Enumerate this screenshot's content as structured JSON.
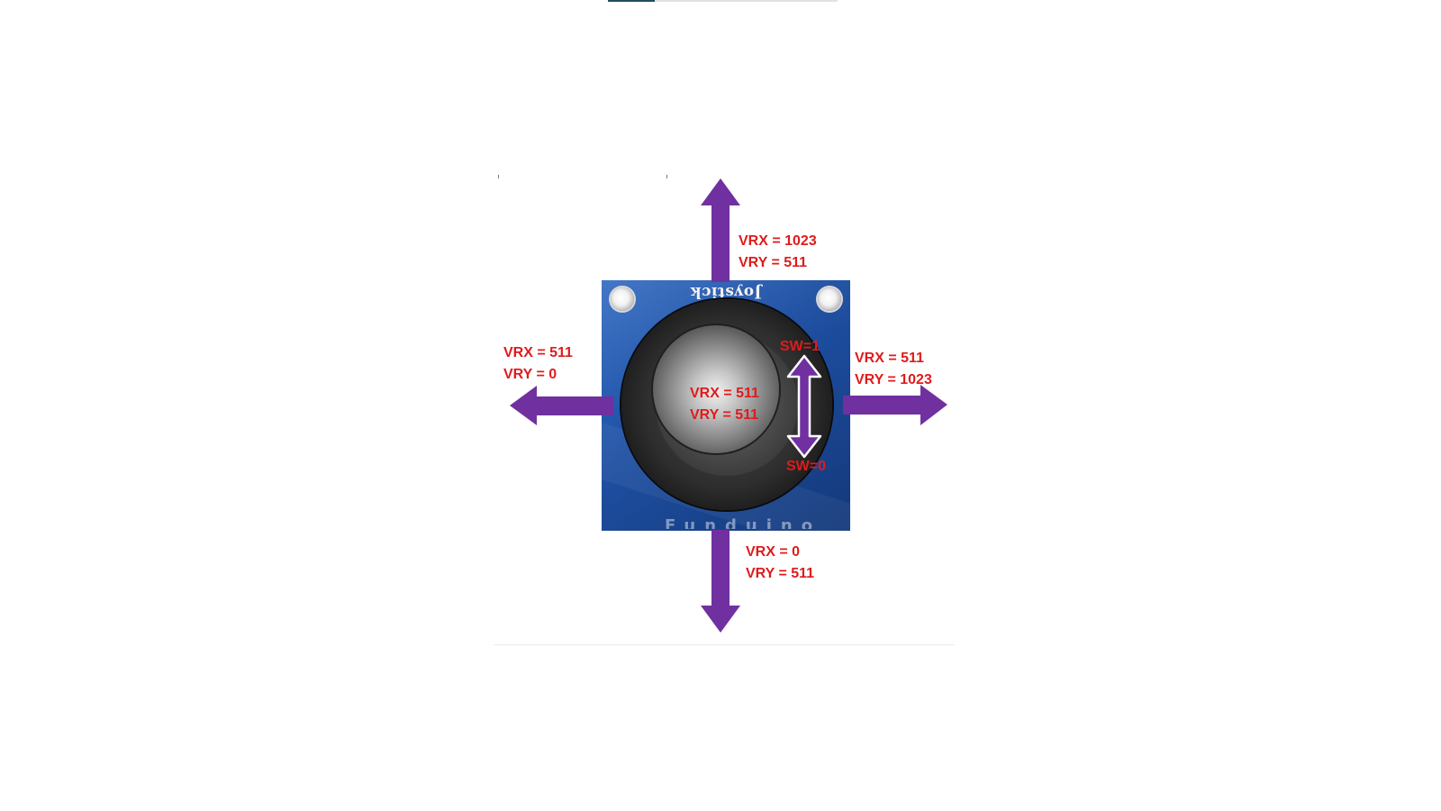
{
  "board": {
    "brand_text": "Joystick",
    "bottom_print": "Funduino"
  },
  "positions": {
    "up": {
      "vrx": "VRX = 1023",
      "vry": "VRY = 511"
    },
    "down": {
      "vrx": "VRX = 0",
      "vry": "VRY = 511"
    },
    "left": {
      "vrx": "VRX = 511",
      "vry": "VRY = 0"
    },
    "right": {
      "vrx": "VRX = 511",
      "vry": "VRY = 1023"
    },
    "center": {
      "vrx": "VRX = 511",
      "vry": "VRY = 511"
    }
  },
  "switch": {
    "released": "SW=1",
    "pressed": "SW=0"
  },
  "colors": {
    "arrow": "#7030a0",
    "label": "#e01b1b",
    "board": "#1e4fa3"
  }
}
